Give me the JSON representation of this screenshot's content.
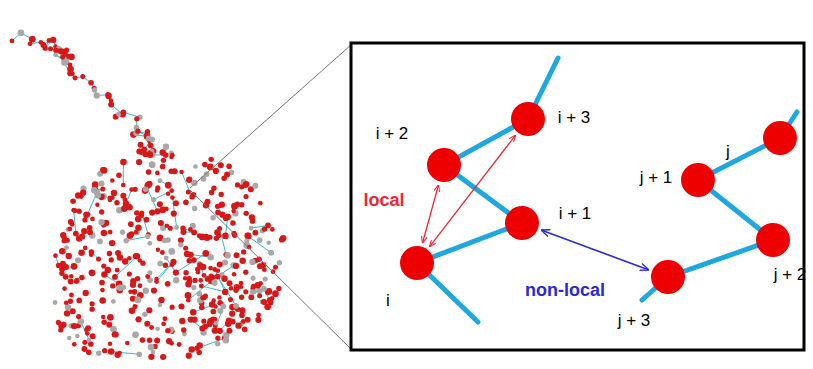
{
  "diagram": {
    "nodes": [
      {
        "text": [
          "i"
        ]
      },
      {
        "text": [
          "i + 1"
        ]
      },
      {
        "text": [
          "i + 2"
        ]
      },
      {
        "text": [
          "i + 3"
        ]
      },
      {
        "text": [
          "j"
        ]
      },
      {
        "text": [
          "j + 1"
        ]
      },
      {
        "text": [
          "j + 2"
        ]
      },
      {
        "text": [
          "j + 3"
        ]
      }
    ],
    "edges": [
      {
        "from": 0,
        "to": 2,
        "arrow": "both"
      },
      {
        "from": 0,
        "to": 3,
        "arrow": "both"
      },
      {
        "from": 1,
        "to": 7,
        "label": "non-local",
        "arrow": "both"
      }
    ],
    "labels": [
      "local"
    ]
  }
}
